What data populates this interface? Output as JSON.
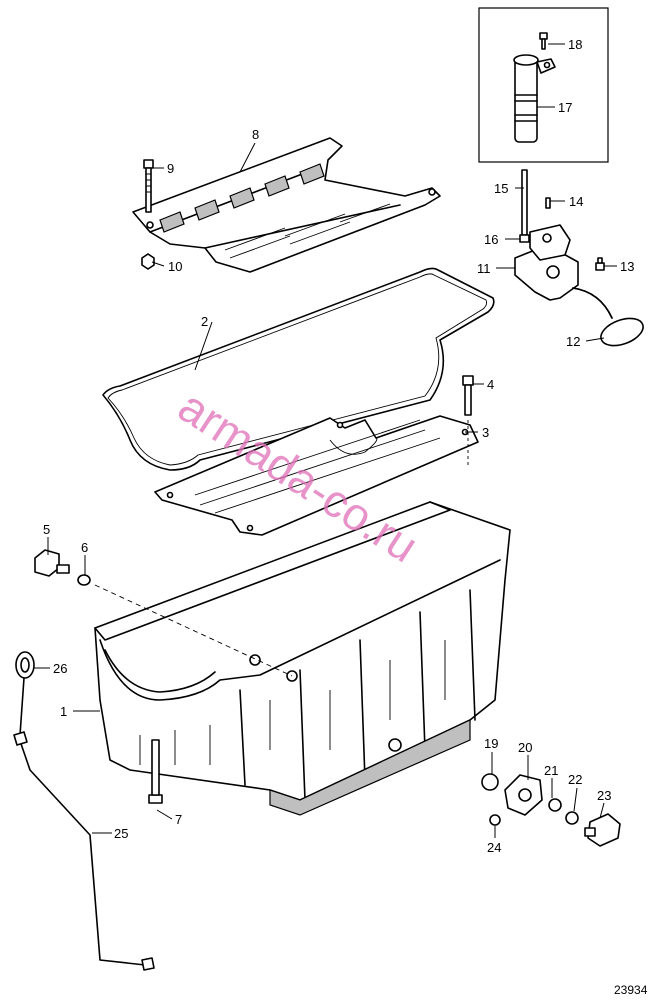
{
  "diagram": {
    "title": "",
    "document_number": "23934",
    "watermark": "armada-co.ru",
    "watermark_color": "#e070b8",
    "callouts": [
      "1",
      "2",
      "3",
      "4",
      "5",
      "6",
      "7",
      "8",
      "9",
      "10",
      "11",
      "12",
      "13",
      "14",
      "15",
      "16",
      "17",
      "18",
      "19",
      "20",
      "21",
      "22",
      "23",
      "24",
      "25",
      "26"
    ]
  }
}
